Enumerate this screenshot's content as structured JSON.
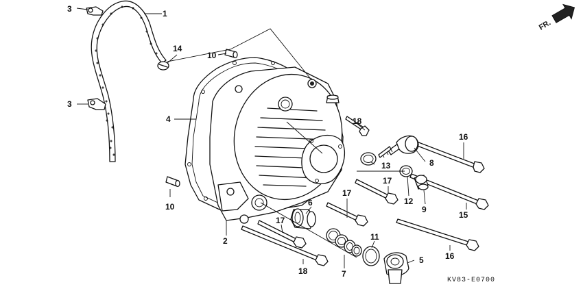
{
  "diagram_code": "KV83-E0700",
  "direction_label": "FR.",
  "callouts": [
    "1",
    "3",
    "3",
    "14",
    "10",
    "4",
    "10",
    "2",
    "18",
    "13",
    "8",
    "16",
    "17",
    "12",
    "9",
    "15",
    "6",
    "17",
    "17",
    "11",
    "5",
    "16",
    "18",
    "7"
  ]
}
